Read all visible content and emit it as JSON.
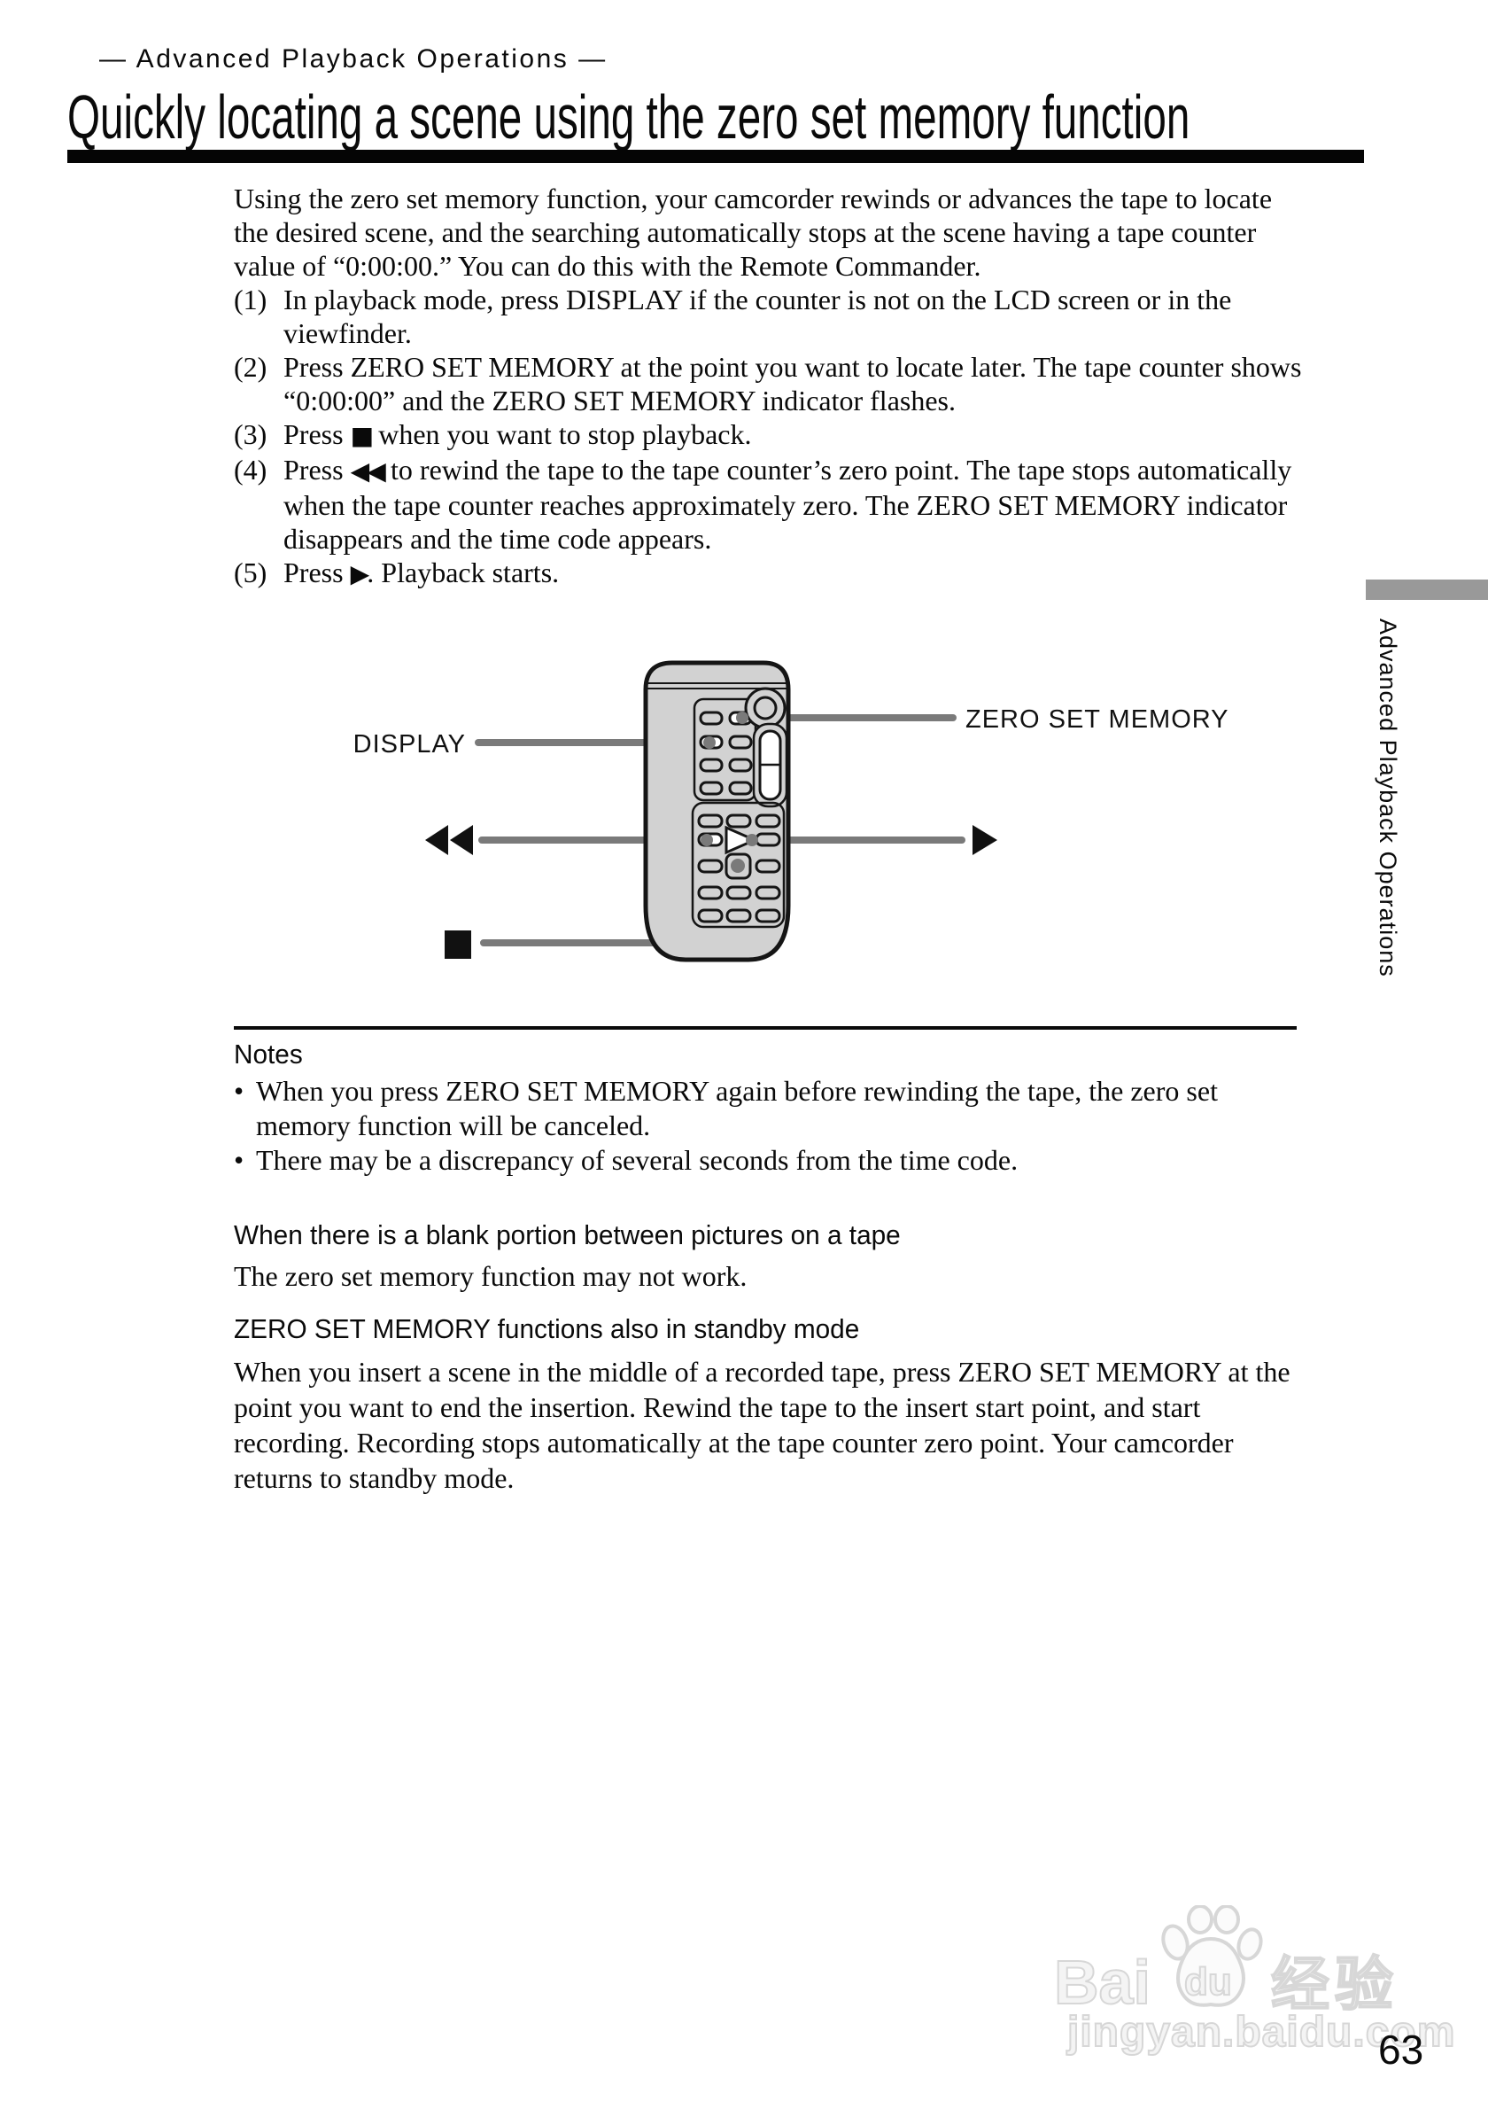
{
  "page": {
    "section_label": "— Advanced Playback Operations —",
    "title": "Quickly locating a scene using the zero set memory function",
    "page_number": "63"
  },
  "intro": "Using the zero set memory function, your camcorder rewinds or advances the tape to locate the desired scene, and the searching automatically stops at the scene having a tape counter value of “0:00:00.” You can do this with the Remote Commander.",
  "steps": [
    {
      "num": "(1)",
      "pre": "In playback mode, press DISPLAY if the counter is not on the LCD screen or in the viewfinder.",
      "sym": "",
      "post": ""
    },
    {
      "num": "(2)",
      "pre": "Press ZERO SET MEMORY at the point you want to locate later. The tape counter shows “0:00:00” and the ZERO SET MEMORY indicator flashes.",
      "sym": "",
      "post": ""
    },
    {
      "num": "(3)",
      "pre": "Press ",
      "sym": "■",
      "post": " when you want to stop playback."
    },
    {
      "num": "(4)",
      "pre": "Press ",
      "sym": "◀◀",
      "post": " to rewind the tape to the tape counter’s zero point. The tape stops automatically when the tape counter reaches approximately zero. The ZERO SET MEMORY indicator disappears and the time code appears."
    },
    {
      "num": "(5)",
      "pre": "Press ",
      "sym": "▶",
      "post": ". Playback starts."
    }
  ],
  "diagram": {
    "labels": {
      "display": "DISPLAY",
      "zero_set_memory": "ZERO SET MEMORY"
    },
    "icons": {
      "rewind": "rewind-double-triangle-icon",
      "play": "play-triangle-icon",
      "stop": "stop-square-icon"
    }
  },
  "notes": {
    "heading": "Notes",
    "items": [
      "When you press ZERO SET MEMORY again before rewinding the tape, the zero set memory function will be canceled.",
      "There may be a discrepancy of several seconds from the time code."
    ]
  },
  "sections": [
    {
      "heading": "When there is a blank portion between pictures on a tape",
      "body": "The zero set memory function may not work."
    },
    {
      "heading": "ZERO SET MEMORY functions also in standby mode",
      "body": "When you insert a scene in the middle of a recorded tape, press ZERO SET MEMORY at the point you want to end the insertion. Rewind the tape to the insert start point, and start recording. Recording stops automatically at the tape counter zero point. Your camcorder returns to standby mode."
    }
  ],
  "sidebar": {
    "text": "Advanced Playback Operations"
  },
  "watermark": {
    "logo_left": "Bai",
    "logo_right": "du",
    "logo_cn": "经验",
    "url": "jingyan.baidu.com"
  },
  "colors": {
    "paper": "#ffffff",
    "ink": "#0a0a0a",
    "callout_gray": "#7a7a7a",
    "remote_body": "#d2d2d2",
    "sidebar_bar": "#999999",
    "watermark_gray": "#d7d7d7"
  }
}
